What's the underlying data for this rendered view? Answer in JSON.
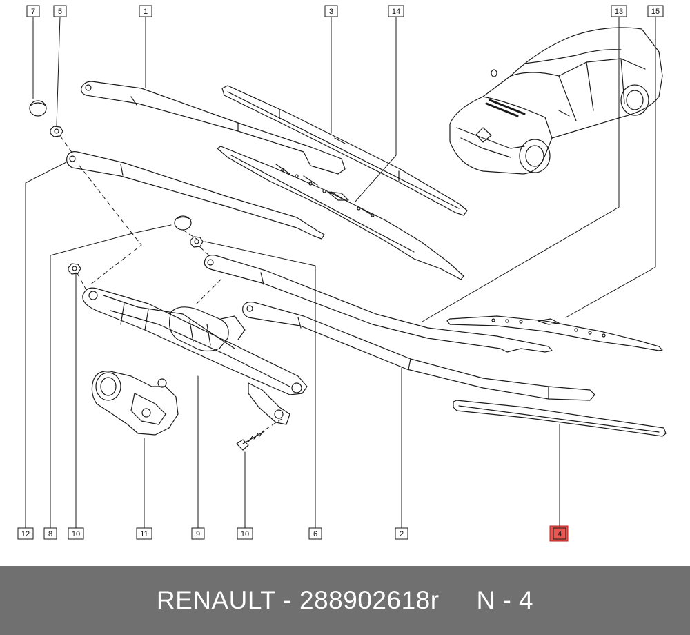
{
  "diagram": {
    "callouts": [
      {
        "id": "7",
        "label": "7"
      },
      {
        "id": "5",
        "label": "5"
      },
      {
        "id": "1",
        "label": "1"
      },
      {
        "id": "3",
        "label": "3"
      },
      {
        "id": "14",
        "label": "14"
      },
      {
        "id": "13",
        "label": "13"
      },
      {
        "id": "15",
        "label": "15"
      },
      {
        "id": "12",
        "label": "12"
      },
      {
        "id": "8",
        "label": "8"
      },
      {
        "id": "10a",
        "label": "10"
      },
      {
        "id": "11",
        "label": "11"
      },
      {
        "id": "9",
        "label": "9"
      },
      {
        "id": "10b",
        "label": "10"
      },
      {
        "id": "6",
        "label": "6"
      },
      {
        "id": "2",
        "label": "2"
      },
      {
        "id": "4",
        "label": "4",
        "highlighted": true
      }
    ],
    "highlight_color": "#e53935"
  },
  "footer": {
    "text": "RENAULT - 288902618r     N - 4",
    "background": "#707070"
  }
}
